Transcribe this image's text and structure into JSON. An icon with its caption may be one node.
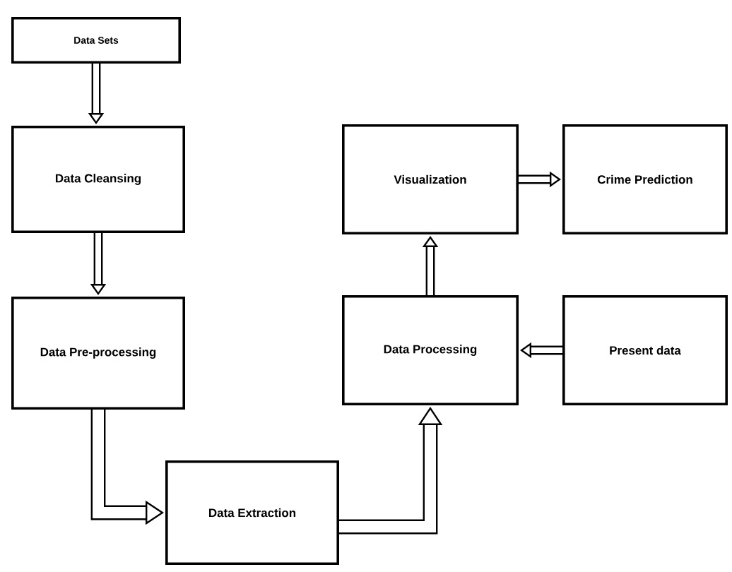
{
  "diagram": {
    "nodes": [
      {
        "text": [
          "Data Sets"
        ]
      },
      {
        "text": [
          "Data Cleansing"
        ]
      },
      {
        "text": [
          "Data Pre-processing"
        ]
      },
      {
        "text": [
          "Data Extraction"
        ]
      },
      {
        "text": [
          "Visualization"
        ]
      },
      {
        "text": [
          "Crime Prediction"
        ]
      },
      {
        "text": [
          "Present data"
        ]
      },
      {
        "text": [
          "Data Processing"
        ]
      }
    ],
    "edges": [
      {
        "from": 0,
        "to": 1,
        "arrow": "to"
      },
      {
        "from": 1,
        "to": 2,
        "arrow": "to"
      },
      {
        "from": 2,
        "to": 3,
        "arrow": "to"
      },
      {
        "from": 3,
        "to": 7,
        "arrow": "to"
      },
      {
        "from": 7,
        "to": 4,
        "arrow": "to"
      },
      {
        "from": 4,
        "to": 5,
        "arrow": "to"
      },
      {
        "from": 6,
        "to": 7,
        "arrow": "to"
      }
    ]
  }
}
